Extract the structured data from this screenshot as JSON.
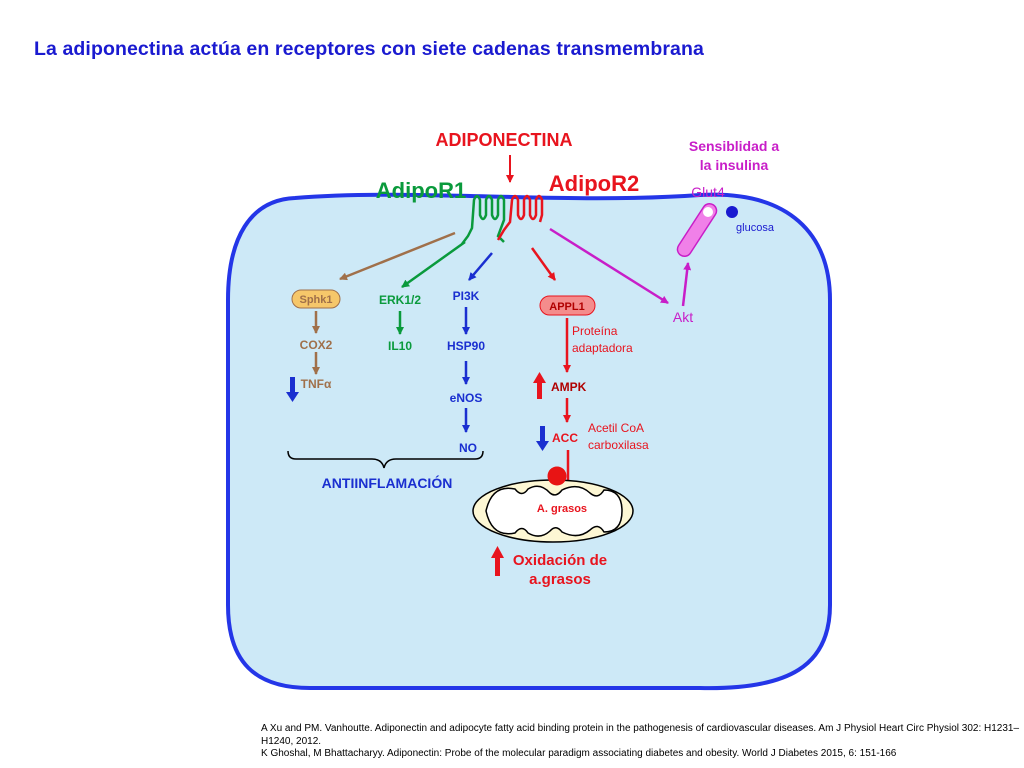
{
  "title": "La adiponectina actúa en receptores con siete cadenas transmembrana",
  "diagram": {
    "adiponectina": "ADIPONECTINA",
    "adipor1": "AdipoR1",
    "adipor2": "AdipoR2",
    "insulin_sensitivity": [
      "Sensiblidad a",
      "la insulina"
    ],
    "glut4": "Glut4",
    "glucosa": "glucosa",
    "akt": "Akt",
    "sphk1": "Sphk1",
    "cox2": "COX2",
    "tnfa": "TNFα",
    "erk": "ERK1/2",
    "il10": "IL10",
    "pi3k": "PI3K",
    "hsp90": "HSP90",
    "enos": "eNOS",
    "no": "NO",
    "antiinflamacion": "ANTIINFLAMACIÓN",
    "appl1": "APPL1",
    "proteina_adaptadora": [
      "Proteína",
      "adaptadora"
    ],
    "ampk": "AMPK",
    "acc": "ACC",
    "acetil_coa": [
      "Acetil CoA",
      "carboxilasa"
    ],
    "a_grasos": "A. grasos",
    "oxidacion": [
      "Oxidación de",
      "a.grasos"
    ]
  },
  "colors": {
    "title": "#1a1ad0",
    "red": "#e8141e",
    "green": "#0a9a3c",
    "blue": "#1a2fd0",
    "brown": "#a0704a",
    "magenta": "#c81ec8",
    "cell_fill": "#cde9f7",
    "cell_border": "#2436e8"
  },
  "references": [
    "A Xu and PM. Vanhoutte. Adiponectin and adipocyte fatty acid binding protein in the pathogenesis of cardiovascular diseases. Am J Physiol Heart Circ Physiol 302: H1231–H1240, 2012.",
    "K Ghoshal, M Bhattacharyy. Adiponectin: Probe of the molecular paradigm associating diabetes and obesity. World J Diabetes  2015,  6: 151-166"
  ]
}
